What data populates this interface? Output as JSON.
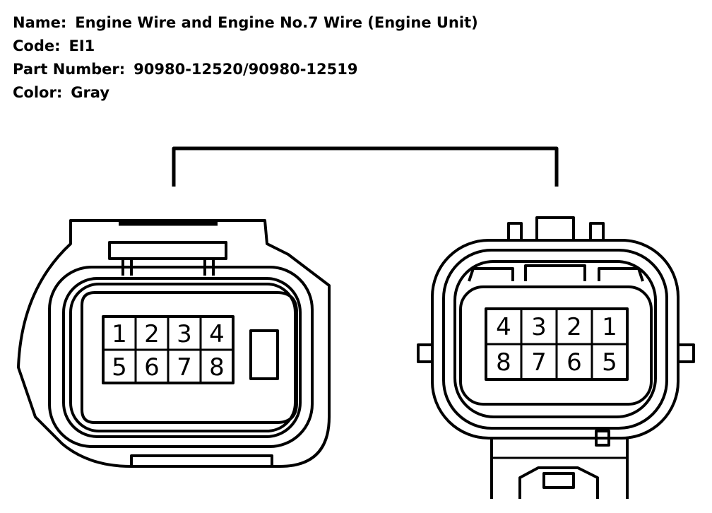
{
  "header": {
    "name_label": "Name:",
    "name_value": "Engine Wire and Engine No.7 Wire (Engine Unit)",
    "code_label": "Code:",
    "code_value": "EI1",
    "part_label": "Part Number:",
    "part_value": "90980-12520/90980-12519",
    "color_label": "Color:",
    "color_value": "Gray"
  },
  "connectors": {
    "left": {
      "pins_top": [
        "1",
        "2",
        "3",
        "4"
      ],
      "pins_bottom": [
        "5",
        "6",
        "7",
        "8"
      ]
    },
    "right": {
      "pins_top": [
        "4",
        "3",
        "2",
        "1"
      ],
      "pins_bottom": [
        "8",
        "7",
        "6",
        "5"
      ]
    }
  },
  "colors": {
    "line": "#000000",
    "background": "#ffffff"
  }
}
